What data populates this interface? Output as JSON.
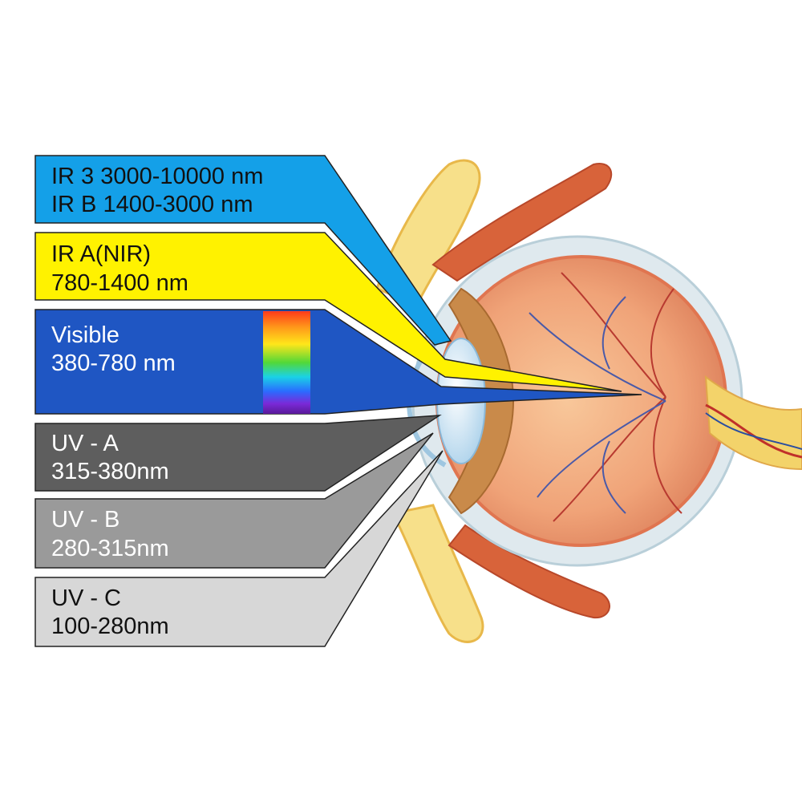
{
  "bands": [
    {
      "key": "ir3",
      "line1": "IR 3 3000-10000 nm",
      "line2": "IR B 1400-3000 nm",
      "fill": "#14a0e8",
      "text_color": "#111111"
    },
    {
      "key": "ira",
      "line1": "IR A(NIR)",
      "line2": "780-1400 nm",
      "fill": "#fff200",
      "text_color": "#111111"
    },
    {
      "key": "visible",
      "line1": "Visible",
      "line2": "380-780 nm",
      "fill": "#1f56c3",
      "text_color": "#ffffff"
    },
    {
      "key": "uva",
      "line1": "UV - A",
      "line2": "315-380nm",
      "fill": "#5e5e5e",
      "text_color": "#ffffff"
    },
    {
      "key": "uvb",
      "line1": "UV - B",
      "line2": "280-315nm",
      "fill": "#9a9a9a",
      "text_color": "#ffffff"
    },
    {
      "key": "uvc",
      "line1": "UV - C",
      "line2": "100-280nm",
      "fill": "#d7d7d7",
      "text_color": "#111111"
    }
  ],
  "spectrum_colors": [
    "#ff3a1a",
    "#ff9a1a",
    "#ffe61a",
    "#52d838",
    "#1ad2e6",
    "#2a6cff",
    "#7a2ad8",
    "#5a1a9a"
  ],
  "illustration": "eye-anatomy-cross-section"
}
